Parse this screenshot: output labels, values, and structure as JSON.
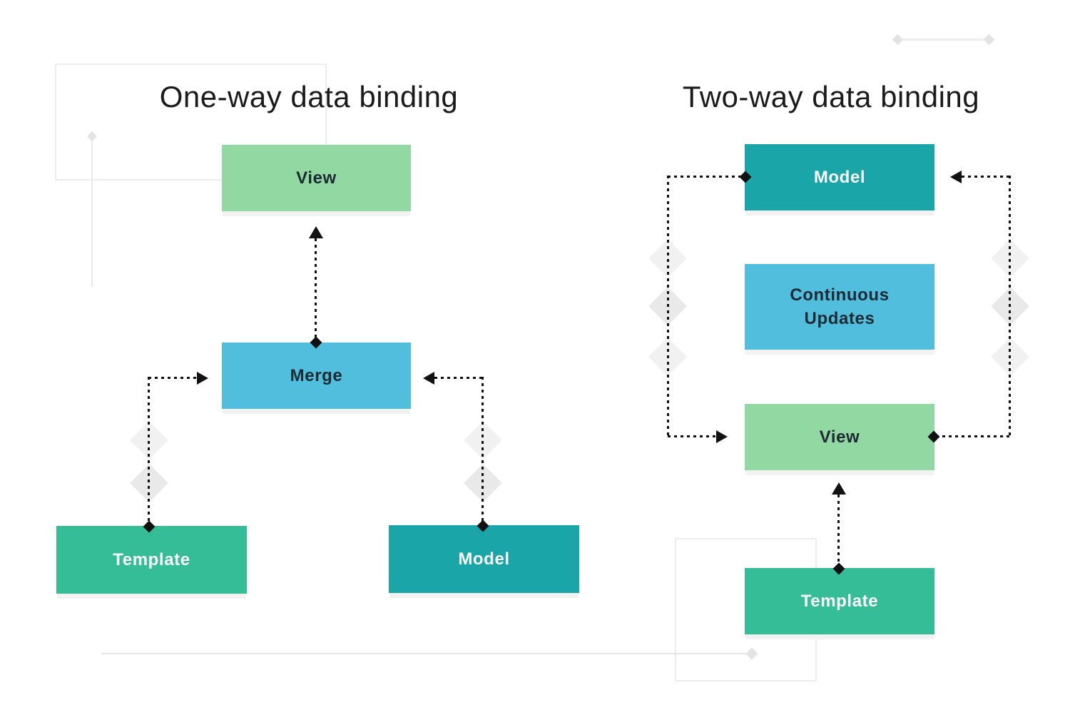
{
  "left_diagram": {
    "title": "One-way data binding",
    "nodes": {
      "view": {
        "label": "View",
        "color": "#92d8a2",
        "text_color": "#1c2a33"
      },
      "merge": {
        "label": "Merge",
        "color": "#52bedd",
        "text_color": "#1c2a33"
      },
      "template": {
        "label": "Template",
        "color": "#35bd97",
        "text_color": "#fbfdfc"
      },
      "model": {
        "label": "Model",
        "color": "#1aa5a9",
        "text_color": "#fbfdfc"
      }
    },
    "connections": [
      "Merge to View (dashed, diamond at Merge, arrow into View)",
      "Template to Merge (dashed, diamond at Template, arrow into Merge left)",
      "Model to Merge (dashed, diamond at Model, arrow into Merge right)"
    ]
  },
  "right_diagram": {
    "title": "Two-way data binding",
    "nodes": {
      "model": {
        "label": "Model",
        "color": "#1aa5a9",
        "text_color": "#fbfdfc"
      },
      "continuous_updates": {
        "label_lines": [
          "Continuous",
          "Updates"
        ],
        "color": "#52bedd",
        "text_color": "#1c2a33"
      },
      "view": {
        "label": "View",
        "color": "#92d8a2",
        "text_color": "#1c2a33"
      },
      "template": {
        "label": "Template",
        "color": "#35bd97",
        "text_color": "#fbfdfc"
      }
    },
    "connections": [
      "Model to View loop (left side, dashed, diamond at Model, arrow into View)",
      "View to Model loop (right side, dashed, diamond at View, arrow into Model)",
      "Template to View (dashed, diamond at Template, arrow into View)"
    ]
  },
  "colors": {
    "connector": "#111111",
    "node_shadow": "#f2f2f2",
    "decor_gray": "#e9e9e9",
    "decor_diamond_light": "#f1f1f1",
    "decor_diamond_mid": "#e9e9e9"
  }
}
